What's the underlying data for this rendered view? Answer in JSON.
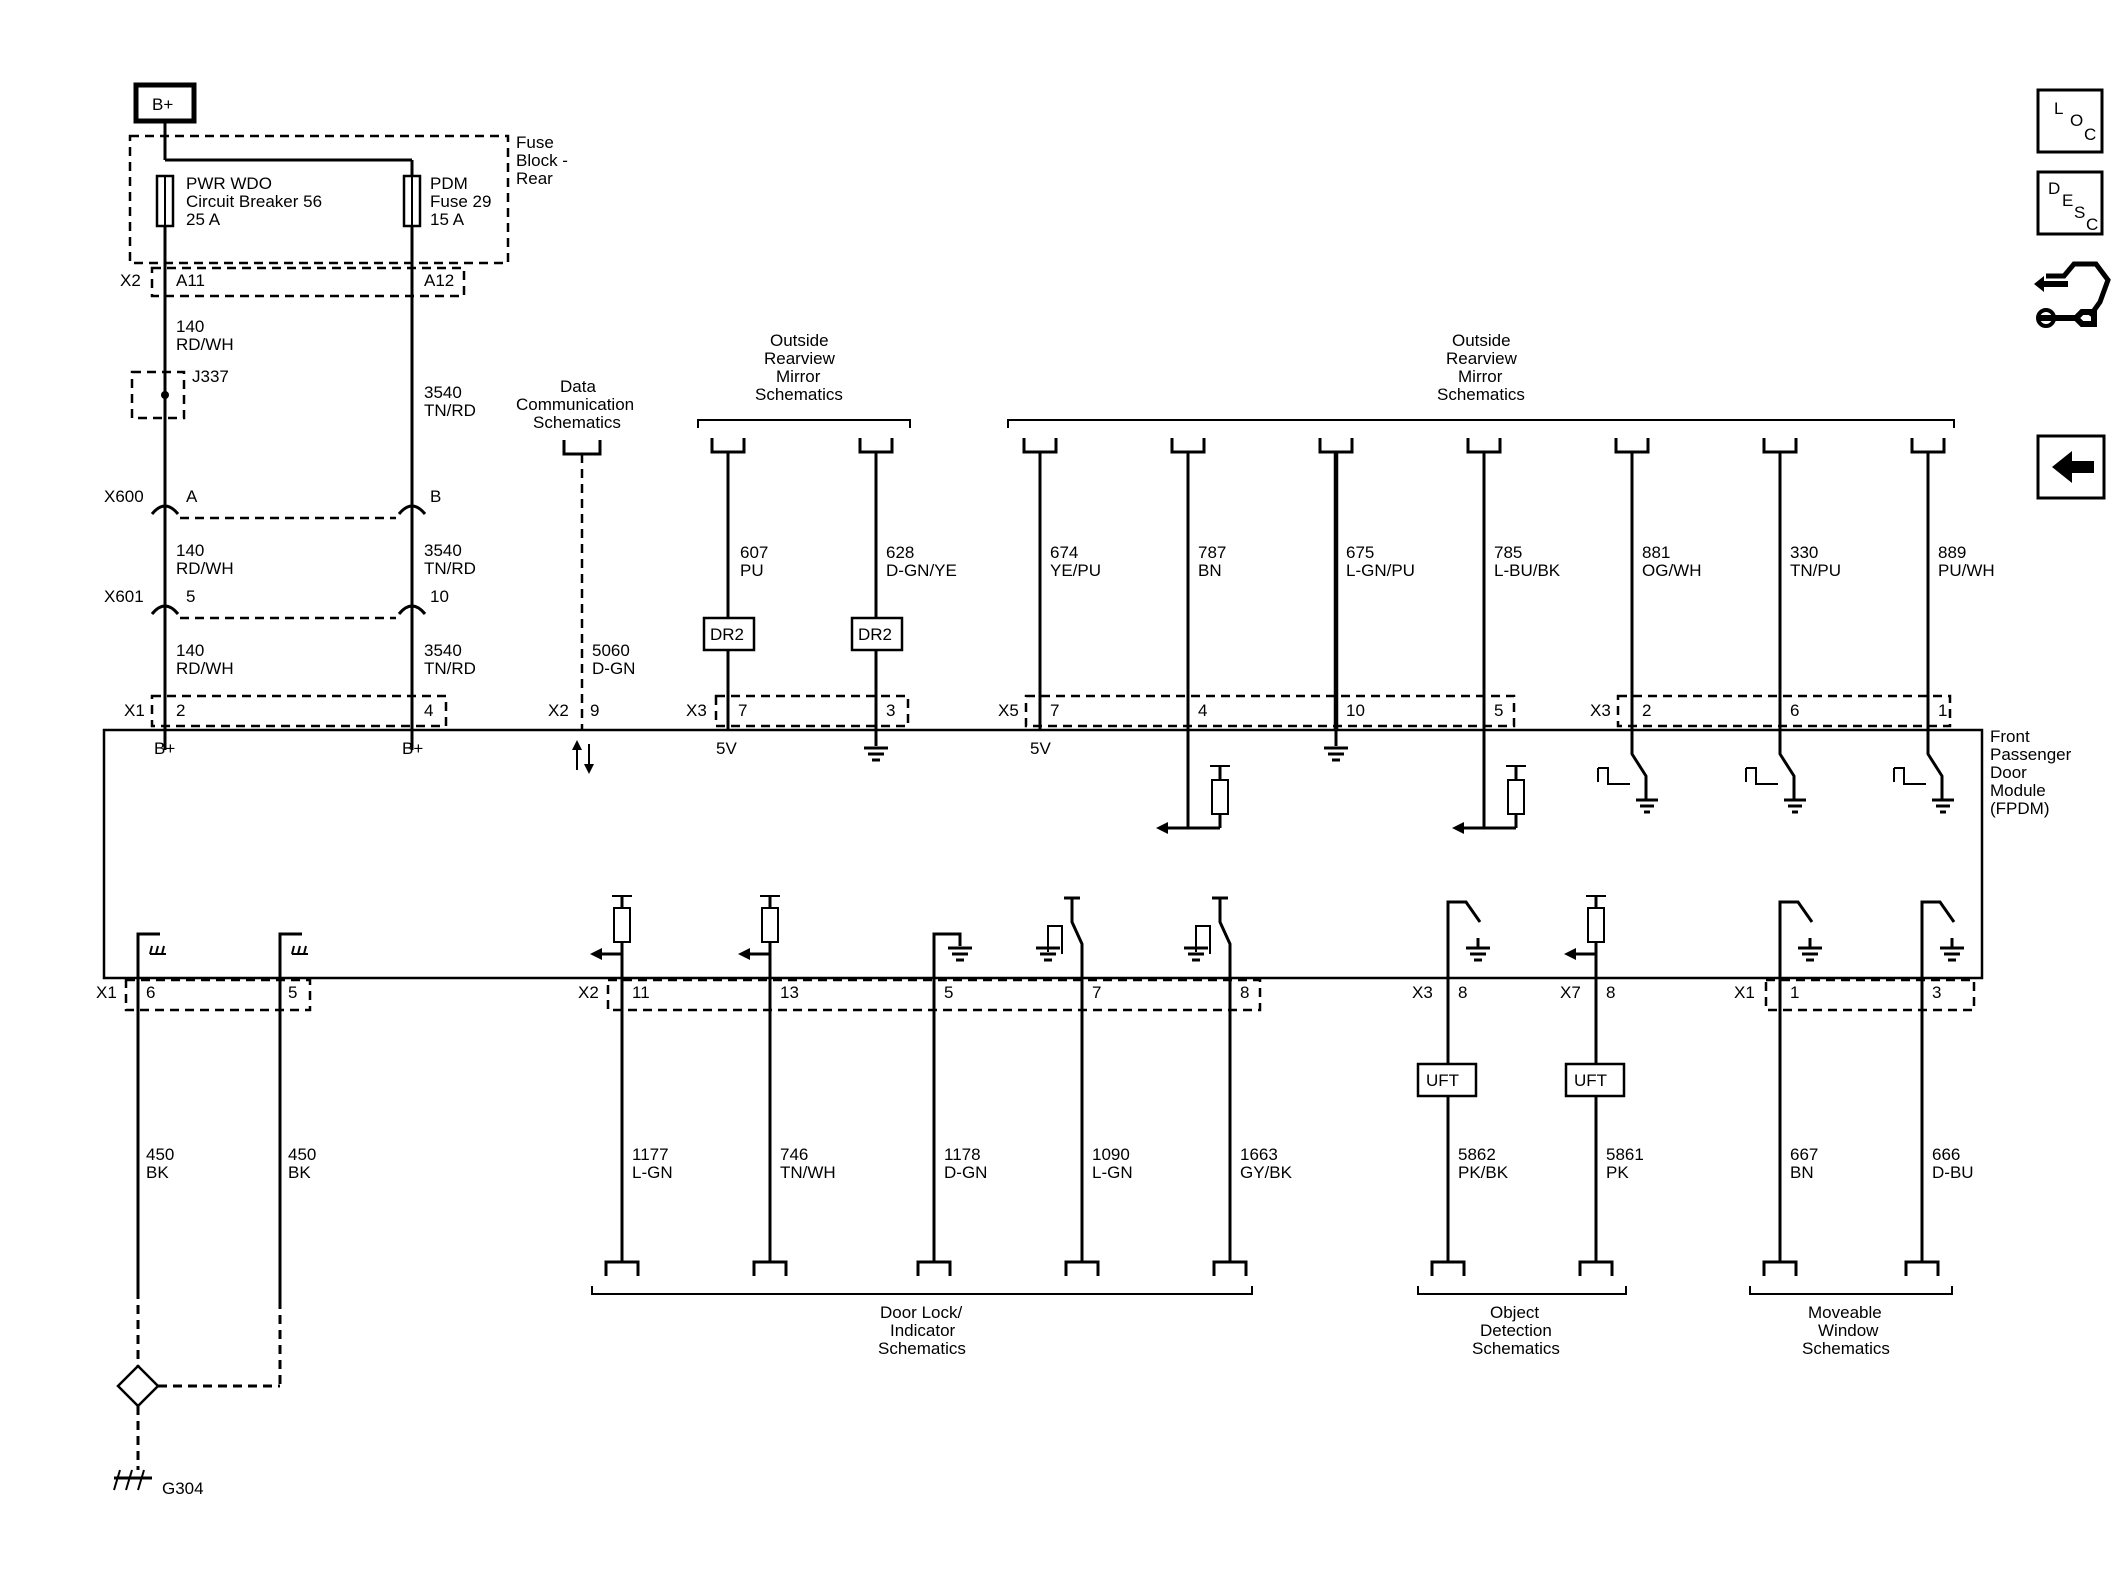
{
  "power": {
    "bplus": "B+",
    "fuse_block": [
      "Fuse",
      "Block -",
      "Rear"
    ],
    "breaker": [
      "PWR WDO",
      "Circuit Breaker 56",
      "25 A"
    ],
    "fuse": [
      "PDM",
      "Fuse 29",
      "15 A"
    ],
    "conn_x2": "X2",
    "pin_a11": "A11",
    "pin_a12": "A12",
    "splice": "J337"
  },
  "wires_left": {
    "w140": [
      "140",
      "RD/WH"
    ],
    "w3540": [
      "3540",
      "TN/RD"
    ],
    "w5060": [
      "5060",
      "D-GN"
    ]
  },
  "inline": {
    "x600": "X600",
    "x600_a": "A",
    "x600_b": "B",
    "x601": "X601",
    "x601_a": "5",
    "x601_b": "10"
  },
  "data_comm": [
    "Data",
    "Communication",
    "Schematics"
  ],
  "mirror_label": [
    "Outside",
    "Rearview",
    "Mirror",
    "Schematics"
  ],
  "top_wires": [
    {
      "num": "607",
      "color": "PU",
      "pin": "7",
      "tag": "DR2",
      "inner": "5V"
    },
    {
      "num": "628",
      "color": "D-GN/YE",
      "pin": "3",
      "tag": "DR2",
      "inner": ""
    },
    {
      "num": "674",
      "color": "YE/PU",
      "pin": "7",
      "inner": "5V"
    },
    {
      "num": "787",
      "color": "BN",
      "pin": "4"
    },
    {
      "num": "675",
      "color": "L-GN/PU",
      "pin": "10"
    },
    {
      "num": "785",
      "color": "L-BU/BK",
      "pin": "5"
    },
    {
      "num": "881",
      "color": "OG/WH",
      "pin": "2"
    },
    {
      "num": "330",
      "color": "TN/PU",
      "pin": "6"
    },
    {
      "num": "889",
      "color": "PU/WH",
      "pin": "1"
    }
  ],
  "top_connectors": {
    "x1": "X1",
    "x1_p2": "2",
    "x1_p4": "4",
    "x2": "X2",
    "x2_p9": "9",
    "x3": "X3",
    "x5": "X5",
    "x3b": "X3",
    "bplus1": "B+",
    "bplus2": "B+"
  },
  "module": [
    "Front",
    "Passenger",
    "Door",
    "Module",
    "(FPDM)"
  ],
  "bottom_connectors": {
    "x1": "X1",
    "x2": "X2",
    "x3": "X3",
    "x7": "X7",
    "x1b": "X1"
  },
  "bottom_wires": [
    {
      "num": "450",
      "color": "BK",
      "pin": "6"
    },
    {
      "num": "450",
      "color": "BK",
      "pin": "5"
    },
    {
      "num": "1177",
      "color": "L-GN",
      "pin": "11"
    },
    {
      "num": "746",
      "color": "TN/WH",
      "pin": "13"
    },
    {
      "num": "1178",
      "color": "D-GN",
      "pin": "5"
    },
    {
      "num": "1090",
      "color": "L-GN",
      "pin": "7"
    },
    {
      "num": "1663",
      "color": "GY/BK",
      "pin": "8"
    },
    {
      "num": "5862",
      "color": "PK/BK",
      "pin": "8",
      "tag": "UFT"
    },
    {
      "num": "5861",
      "color": "PK",
      "pin": "8",
      "tag": "UFT"
    },
    {
      "num": "667",
      "color": "BN",
      "pin": "1"
    },
    {
      "num": "666",
      "color": "D-BU",
      "pin": "3"
    }
  ],
  "bottom_labels": {
    "door_lock": [
      "Door Lock/",
      "Indicator",
      "Schematics"
    ],
    "object": [
      "Object",
      "Detection",
      "Schematics"
    ],
    "window": [
      "Moveable",
      "Window",
      "Schematics"
    ]
  },
  "ground": "G304",
  "nav": {
    "loc": [
      "L",
      "O",
      "C"
    ],
    "desc": [
      "D",
      "E",
      "S",
      "C"
    ],
    "back_icon": "left-arrow-icon",
    "tool_icon": "connector-wrench-icon"
  }
}
